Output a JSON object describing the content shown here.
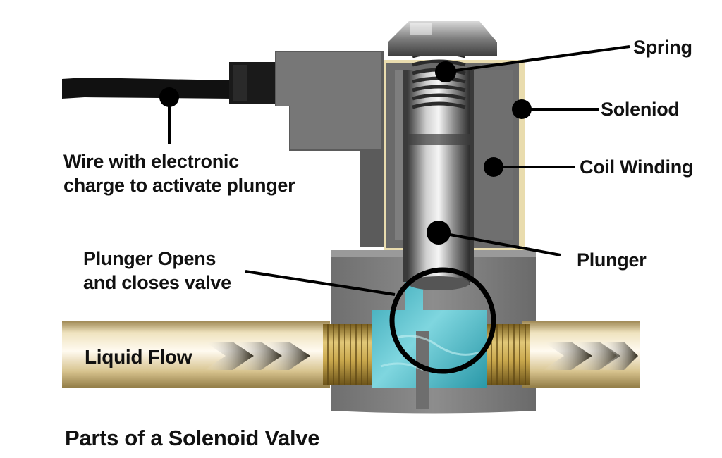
{
  "title": "Parts of a Solenoid Valve",
  "labels": {
    "spring": "Spring",
    "solenoid": "Soleniod",
    "coil_winding": "Coil Winding",
    "plunger": "Plunger",
    "wire": "Wire with electronic\ncharge to activate plunger",
    "plunger_opens": "Plunger Opens\nand closes valve",
    "liquid_flow": "Liquid Flow"
  },
  "colors": {
    "body_grey": "#7b7b7b",
    "body_dark": "#4a4a4a",
    "liquid": "#3fb7c6",
    "pipe_brass": "#d8c48f",
    "brass_thread": "#b89a45",
    "cable": "#111111",
    "leader": "#000000"
  }
}
